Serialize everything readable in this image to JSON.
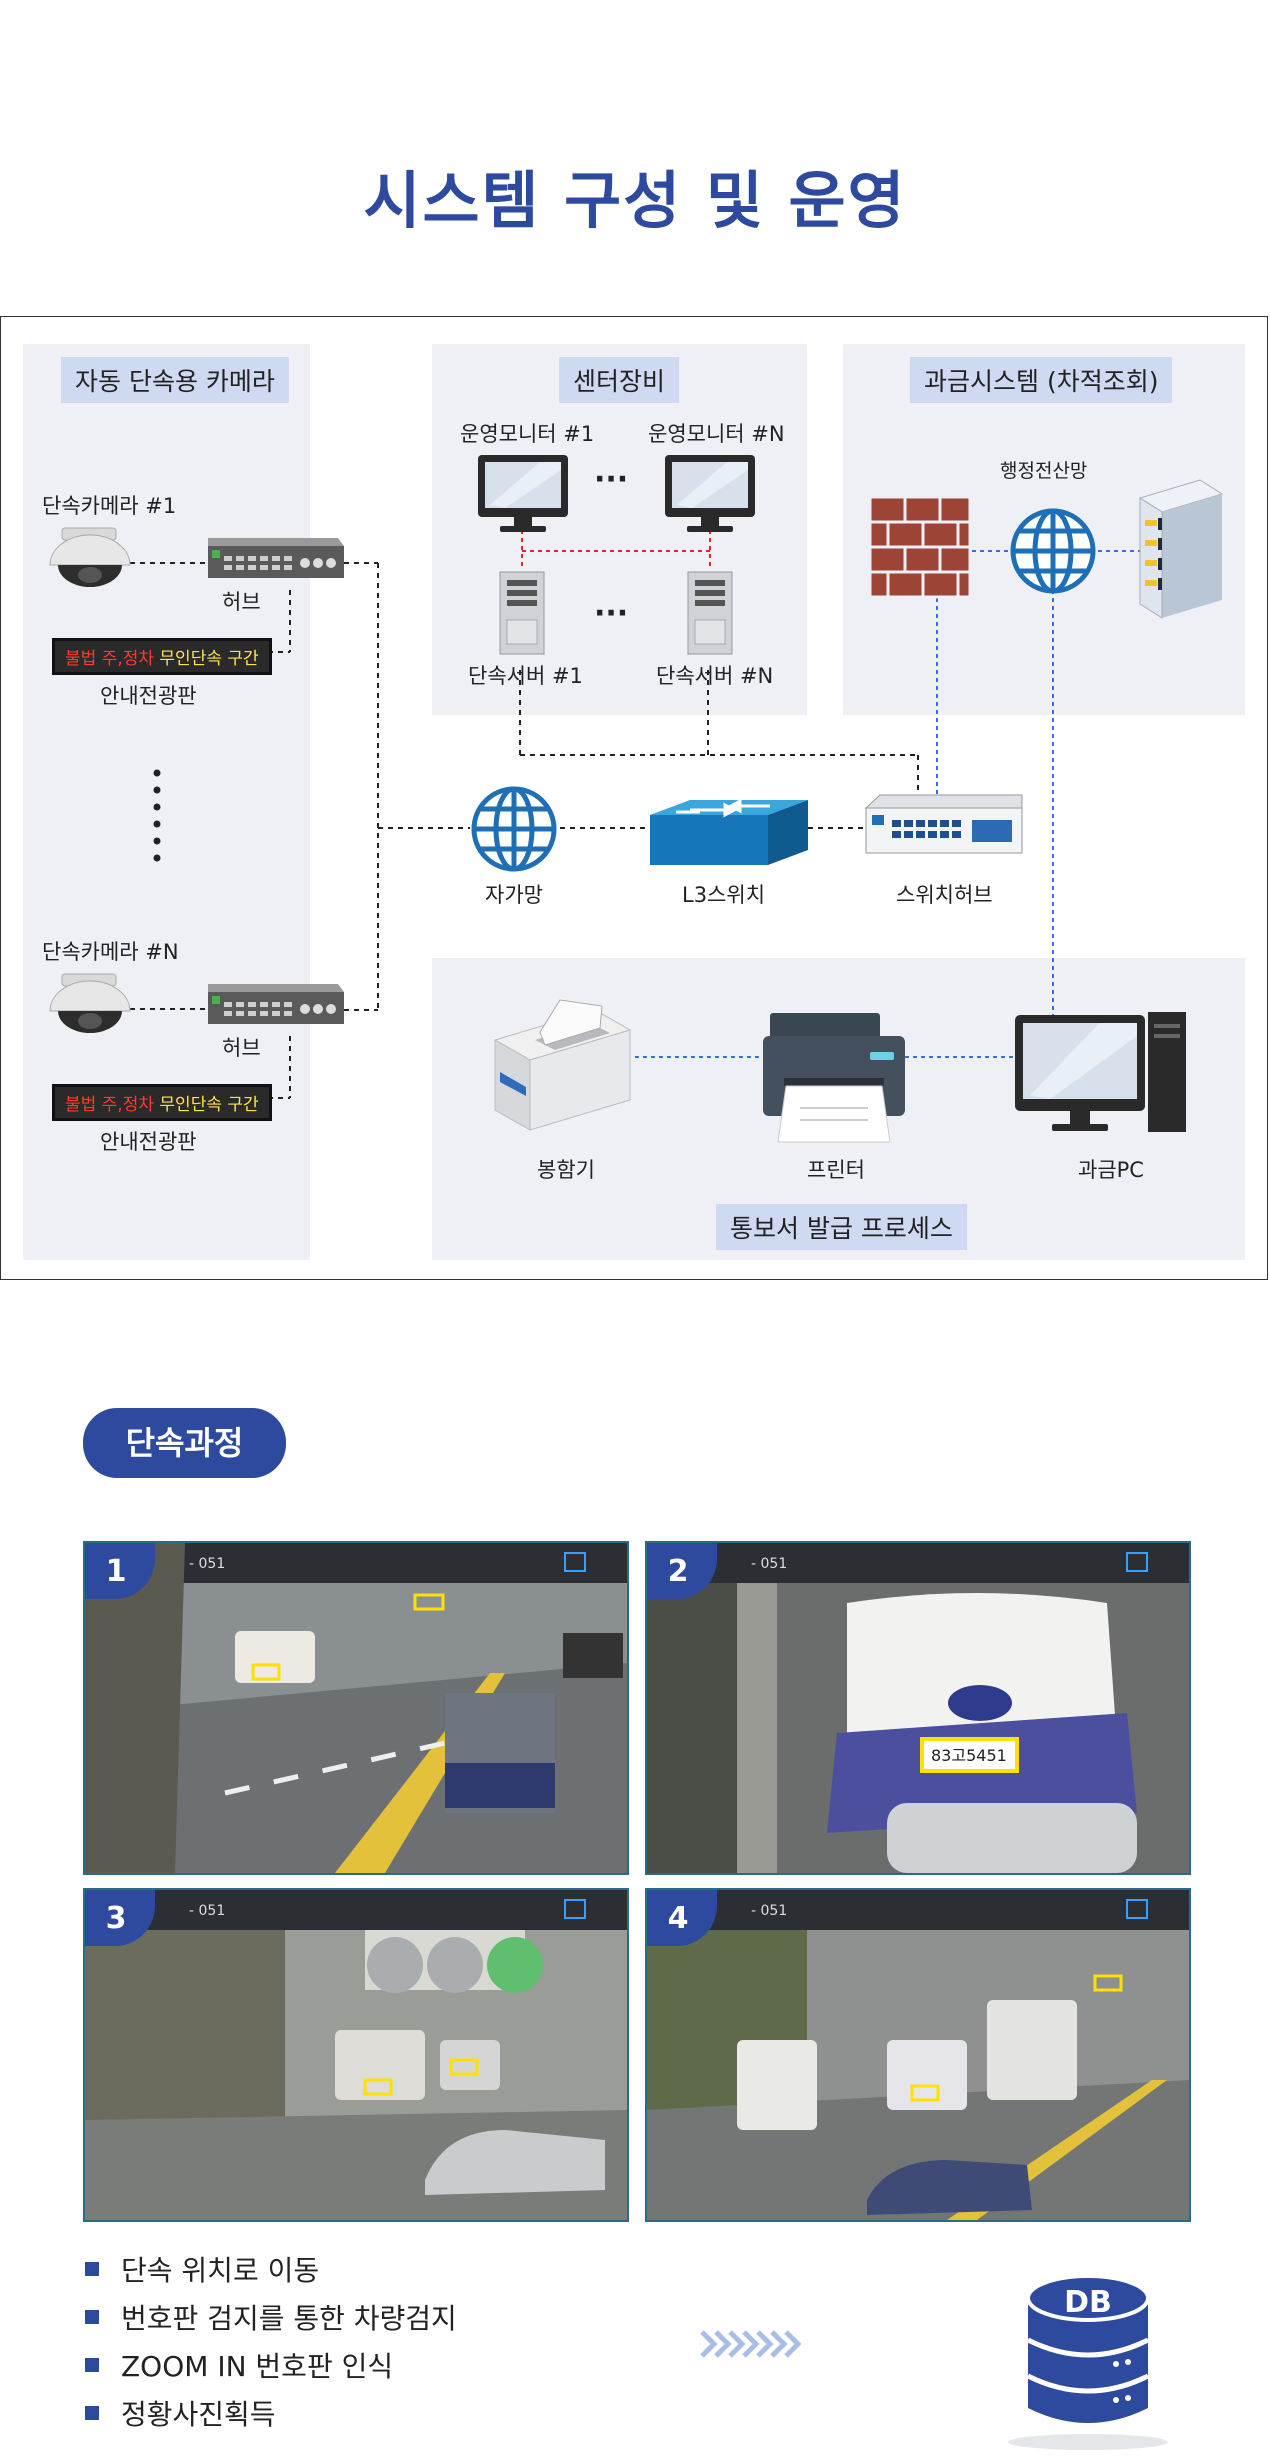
{
  "page": {
    "title": "시스템 구성 및 운영"
  },
  "diagram": {
    "camera_panel": {
      "header": "자동 단속용 카메라",
      "camera_top": "단속카메라 #1",
      "camera_bottom": "단속카메라 #N",
      "hub_label": "허브",
      "sign_red": "불법 주,정차",
      "sign_yellow": "무인단속 구간",
      "sign_caption": "안내전광판"
    },
    "center_panel": {
      "header": "센터장비",
      "monitor_1": "운영모니터 #1",
      "monitor_n": "운영모니터 #N",
      "server_1": "단속서버 #1",
      "server_n": "단속서버 #N",
      "ellipsis": "···"
    },
    "billing_panel": {
      "header": "과금시스템 (차적조회)",
      "network": "행정전산망"
    },
    "middle": {
      "own_network": "자가망",
      "l3_switch": "L3스위치",
      "switch_hub": "스위치허브"
    },
    "notice_panel": {
      "sealer": "봉함기",
      "printer": "프린터",
      "billing_pc": "과금PC",
      "footer": "통보서 발급 프로세스"
    }
  },
  "process": {
    "pill": "단속과정",
    "photos": [
      {
        "number": "1",
        "overlay": "- 051"
      },
      {
        "number": "2",
        "overlay": "- 051",
        "plate": "83고5451"
      },
      {
        "number": "3",
        "overlay": "- 051"
      },
      {
        "number": "4",
        "overlay": "- 051"
      }
    ],
    "steps": [
      "단속 위치로 이동",
      "번호판 검지를 통한 차량검지",
      "ZOOM IN 번호판 인식",
      "정황사진획득"
    ],
    "db_label": "DB"
  },
  "colors": {
    "accent": "#2d4a9e",
    "panel": "#eef0f6",
    "panel_head": "#cfd9f1",
    "link_red": "#e0262c",
    "link_blue": "#3a6fd8"
  }
}
